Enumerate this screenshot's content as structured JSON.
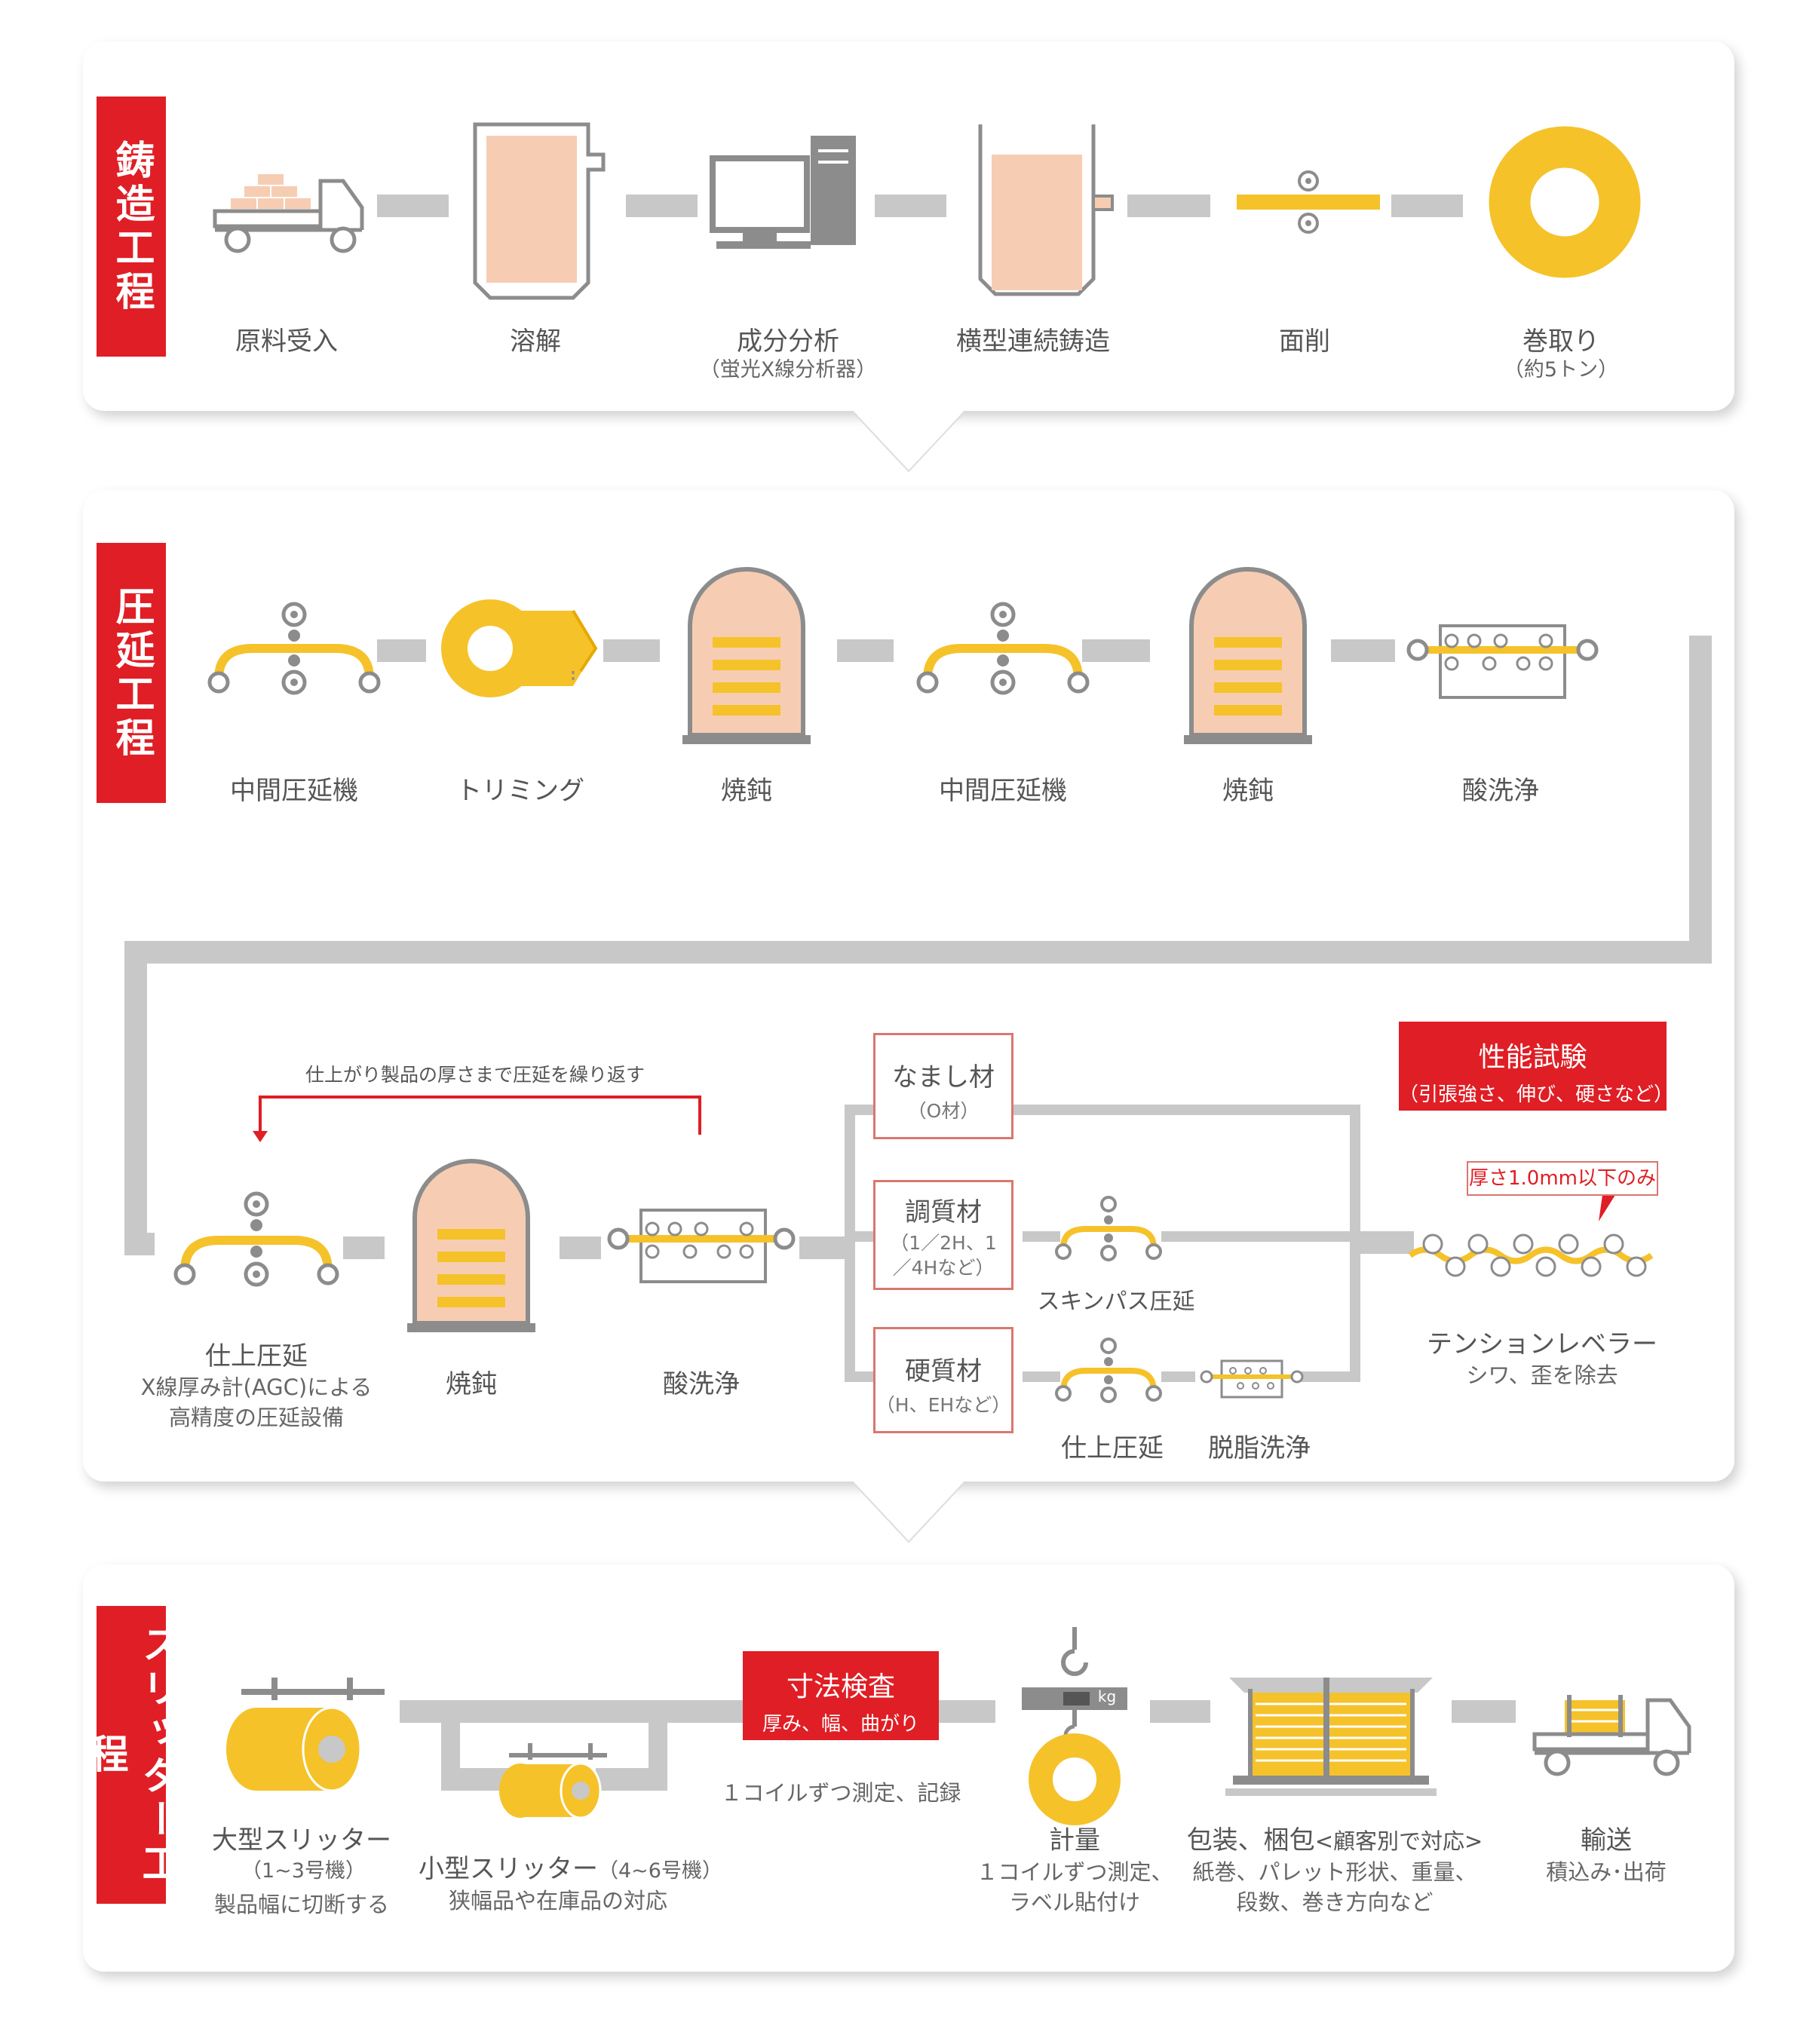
{
  "stages": {
    "casting": {
      "title": "鋳造工程",
      "steps": [
        {
          "label": "原料受入",
          "sub": ""
        },
        {
          "label": "溶解",
          "sub": ""
        },
        {
          "label": "成分分析",
          "sub": "（蛍光X線分析器）"
        },
        {
          "label": "横型連続鋳造",
          "sub": ""
        },
        {
          "label": "面削",
          "sub": ""
        },
        {
          "label": "巻取り",
          "sub": "（約5トン）"
        }
      ]
    },
    "rolling": {
      "title": "圧延工程",
      "row1": [
        "中間圧延機",
        "トリミング",
        "焼鈍",
        "中間圧延機",
        "焼鈍",
        "酸洗浄"
      ],
      "repeat_note": "仕上がり製品の厚さまで圧延を繰り返す",
      "finish_rolling": {
        "label": "仕上圧延",
        "line1": "X線厚み計(AGC)による",
        "line2": "高精度の圧延設備"
      },
      "anneal": "焼鈍",
      "pickle": "酸洗浄",
      "temper_boxes": [
        {
          "title": "なまし材",
          "sub": "（O材）"
        },
        {
          "title": "調質材",
          "sub": "（1／2H、1／4Hなど）"
        },
        {
          "title": "硬質材",
          "sub": "（H、EHなど）"
        }
      ],
      "skinpass": "スキンパス圧延",
      "finish2": "仕上圧延",
      "degrease": "脱脂洗浄",
      "performance_test": {
        "title": "性能試験",
        "sub": "（引張強さ、伸び、硬さなど）"
      },
      "thin_note": "厚さ1.0mm以下のみ",
      "tension_leveler": {
        "label": "テンションレベラー",
        "sub": "シワ、歪を除去"
      }
    },
    "slitter": {
      "title": "スリッター工程",
      "large": {
        "label": "大型スリッター",
        "sub1": "（1~3号機）",
        "sub2": "製品幅に切断する"
      },
      "small": {
        "label": "小型スリッター",
        "sub1": "（4~6号機）",
        "sub2": "狭幅品や在庫品の対応"
      },
      "inspection": {
        "title": "寸法検査",
        "sub": "厚み、幅、曲がり",
        "note": "１コイルずつ測定、記録"
      },
      "weigh": {
        "label": "計量",
        "sub1": "１コイルずつ測定、",
        "sub2": "ラベル貼付け",
        "unit": "kg"
      },
      "pack": {
        "label": "包装、梱包",
        "label_note": "<顧客別で対応>",
        "sub1": "紙巻、パレット形状、重量、",
        "sub2": "段数、巻き方向など"
      },
      "ship": {
        "label": "輸送",
        "sub": "積込み･出荷"
      }
    }
  },
  "colors": {
    "red": "#e01e25",
    "gray": "#c8c8c8",
    "yellow": "#f5c22a",
    "peach": "#f6cdb3",
    "icon": "#8c8c8c"
  }
}
